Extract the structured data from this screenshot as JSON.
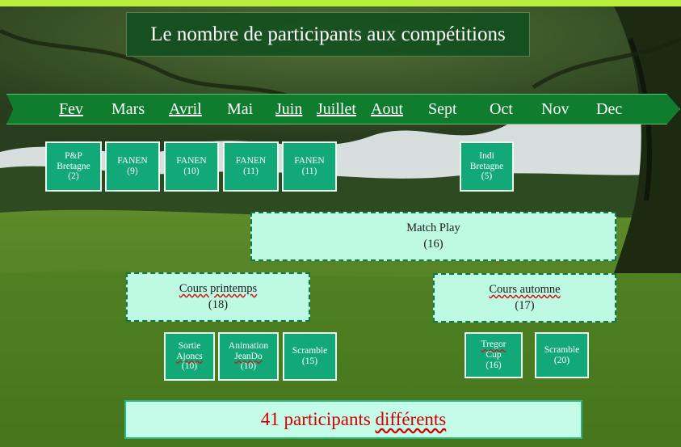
{
  "title": "Le nombre de participants aux compétitions",
  "months": [
    "Fev",
    "Mars",
    "Avril",
    "Mai",
    "Juin",
    "Juillet",
    "Aout",
    "Sept",
    "Oct",
    "Nov",
    "Dec"
  ],
  "events": {
    "pp_bretagne": {
      "line1": "P&P",
      "line2": "Bretagne",
      "count": "(2)"
    },
    "fanen_mars": {
      "label": "FANEN",
      "count": "(9)"
    },
    "fanen_avril": {
      "label": "FANEN",
      "count": "(10)"
    },
    "fanen_mai": {
      "label": "FANEN",
      "count": "(11)"
    },
    "fanen_juin": {
      "label": "FANEN",
      "count": "(11)"
    },
    "indi_bretagne": {
      "line1": "Indi",
      "line2": "Bretagne",
      "count": "(5)"
    },
    "match_play": {
      "label": "Match Play",
      "count": "(16)"
    },
    "cours_printemps": {
      "label": "Cours printemps",
      "count": "(18)"
    },
    "cours_automne": {
      "label": "Cours automne",
      "count": "(17)"
    },
    "sortie_ajoncs": {
      "line1": "Sortie",
      "line2": "Ajoncs",
      "count": "(10)"
    },
    "animation_jeando": {
      "line1": "Animation",
      "line2": "JeanDo",
      "count": "(10)"
    },
    "scramble_spring": {
      "label": "Scramble",
      "count": "(15)"
    },
    "tregor_cup": {
      "line1": "Tregor",
      "line2": "Cup",
      "count": "(16)"
    },
    "scramble_autumn": {
      "label": "Scramble",
      "count": "(20)"
    }
  },
  "total": {
    "number": "41",
    "word1": "participants",
    "word2": "différents"
  },
  "colors": {
    "top_bar": "#b8ee3c",
    "banner": "#0f7c2e",
    "event_box": "#13a878",
    "course_box": "#bdf9e3",
    "total_text": "#d40000"
  }
}
